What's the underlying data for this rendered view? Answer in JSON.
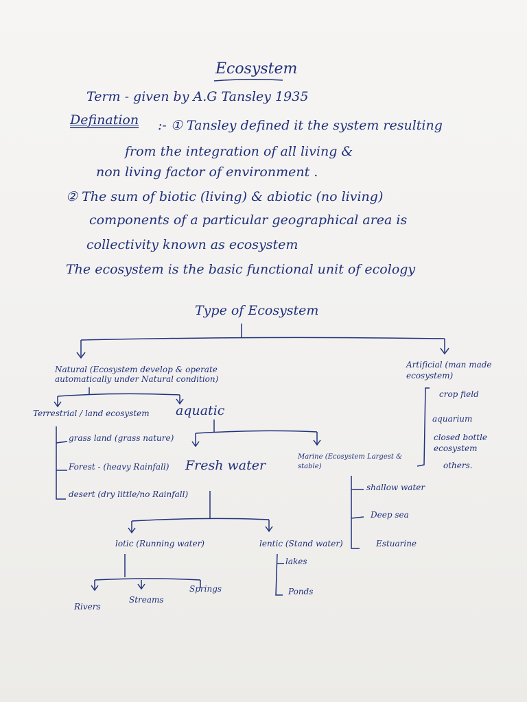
{
  "title": "Ecosystem",
  "intro": {
    "line1": "Term - given by A.G Tansley 1935",
    "def_label": "Defination",
    "def1_a": ":- ① Tansley defined it the system resulting",
    "def1_b": "from the integration of all  living &",
    "def1_c": "non living factor of environment .",
    "def2_a": "② The sum of biotic (living) & abiotic (no living)",
    "def2_b": "components of a particular geographical area is",
    "def2_c": "collectivity known as ecosystem",
    "line_last": "The ecosystem is the basic functional unit of ecology"
  },
  "tree": {
    "root": "Type of Ecosystem",
    "natural": "Natural (Ecosystem develop & operate automatically under Natural condition)",
    "artificial": "Artificial (man made ecosystem)",
    "artificial_items": [
      "crop field",
      "aquarium",
      "closed bottle ecosystem",
      "others."
    ],
    "terrestrial": "Terrestrial / land ecosystem",
    "terrestrial_items": [
      "grass land (grass nature)",
      "Forest - (heavy Rainfall)",
      "desert (dry little/no Rainfall)"
    ],
    "aquatic": "aquatic",
    "freshwater": "Fresh water",
    "marine": "Marine (Ecosystem Largest & stable)",
    "marine_items": [
      "shallow water",
      "Deep sea",
      "Estuarine"
    ],
    "lotic": "lotic (Running water)",
    "lentic": "lentic (Stand water)",
    "lotic_items": [
      "Rivers",
      "Streams",
      "Springs"
    ],
    "lentic_items": [
      "lakes",
      "Ponds"
    ]
  }
}
